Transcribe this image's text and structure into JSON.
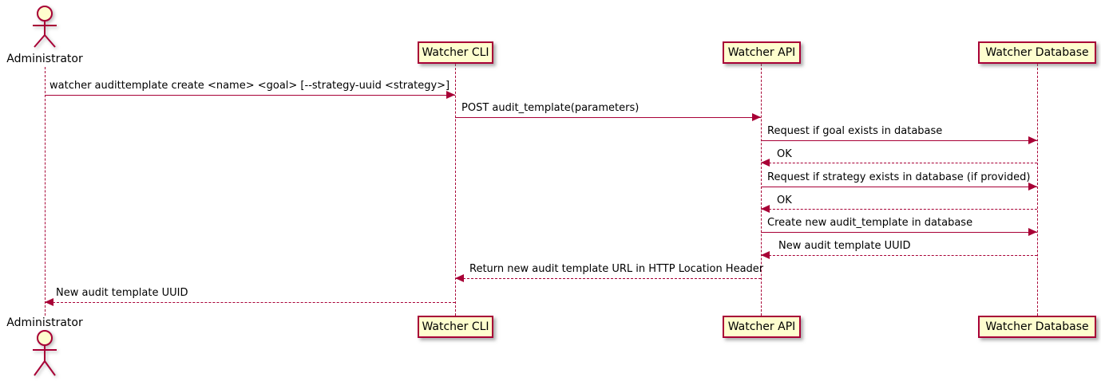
{
  "diagram": {
    "type": "sequence-diagram",
    "colors": {
      "accent_border": "#A80036",
      "participant_fill": "#FEFECE",
      "text": "#000000",
      "background": "#FFFFFF"
    },
    "actor": {
      "name": "Administrator"
    },
    "participants": [
      {
        "name": "Watcher CLI"
      },
      {
        "name": "Watcher API"
      },
      {
        "name": "Watcher Database"
      }
    ],
    "messages": [
      {
        "from": "Administrator",
        "to": "Watcher CLI",
        "style": "solid",
        "label": "watcher audittemplate create <name> <goal> [--strategy-uuid <strategy>]"
      },
      {
        "from": "Watcher CLI",
        "to": "Watcher API",
        "style": "solid",
        "label": "POST audit_template(parameters)"
      },
      {
        "from": "Watcher API",
        "to": "Watcher Database",
        "style": "solid",
        "label": "Request if goal exists in database"
      },
      {
        "from": "Watcher Database",
        "to": "Watcher API",
        "style": "dashed",
        "label": "OK"
      },
      {
        "from": "Watcher API",
        "to": "Watcher Database",
        "style": "solid",
        "label": "Request if strategy exists in database (if provided)"
      },
      {
        "from": "Watcher Database",
        "to": "Watcher API",
        "style": "dashed",
        "label": "OK"
      },
      {
        "from": "Watcher API",
        "to": "Watcher Database",
        "style": "solid",
        "label": "Create new audit_template in database"
      },
      {
        "from": "Watcher Database",
        "to": "Watcher API",
        "style": "dashed",
        "label": "New audit template UUID"
      },
      {
        "from": "Watcher API",
        "to": "Watcher CLI",
        "style": "dashed",
        "label": "Return new audit template URL in HTTP Location Header"
      },
      {
        "from": "Watcher CLI",
        "to": "Administrator",
        "style": "dashed",
        "label": "New audit template UUID"
      }
    ]
  }
}
